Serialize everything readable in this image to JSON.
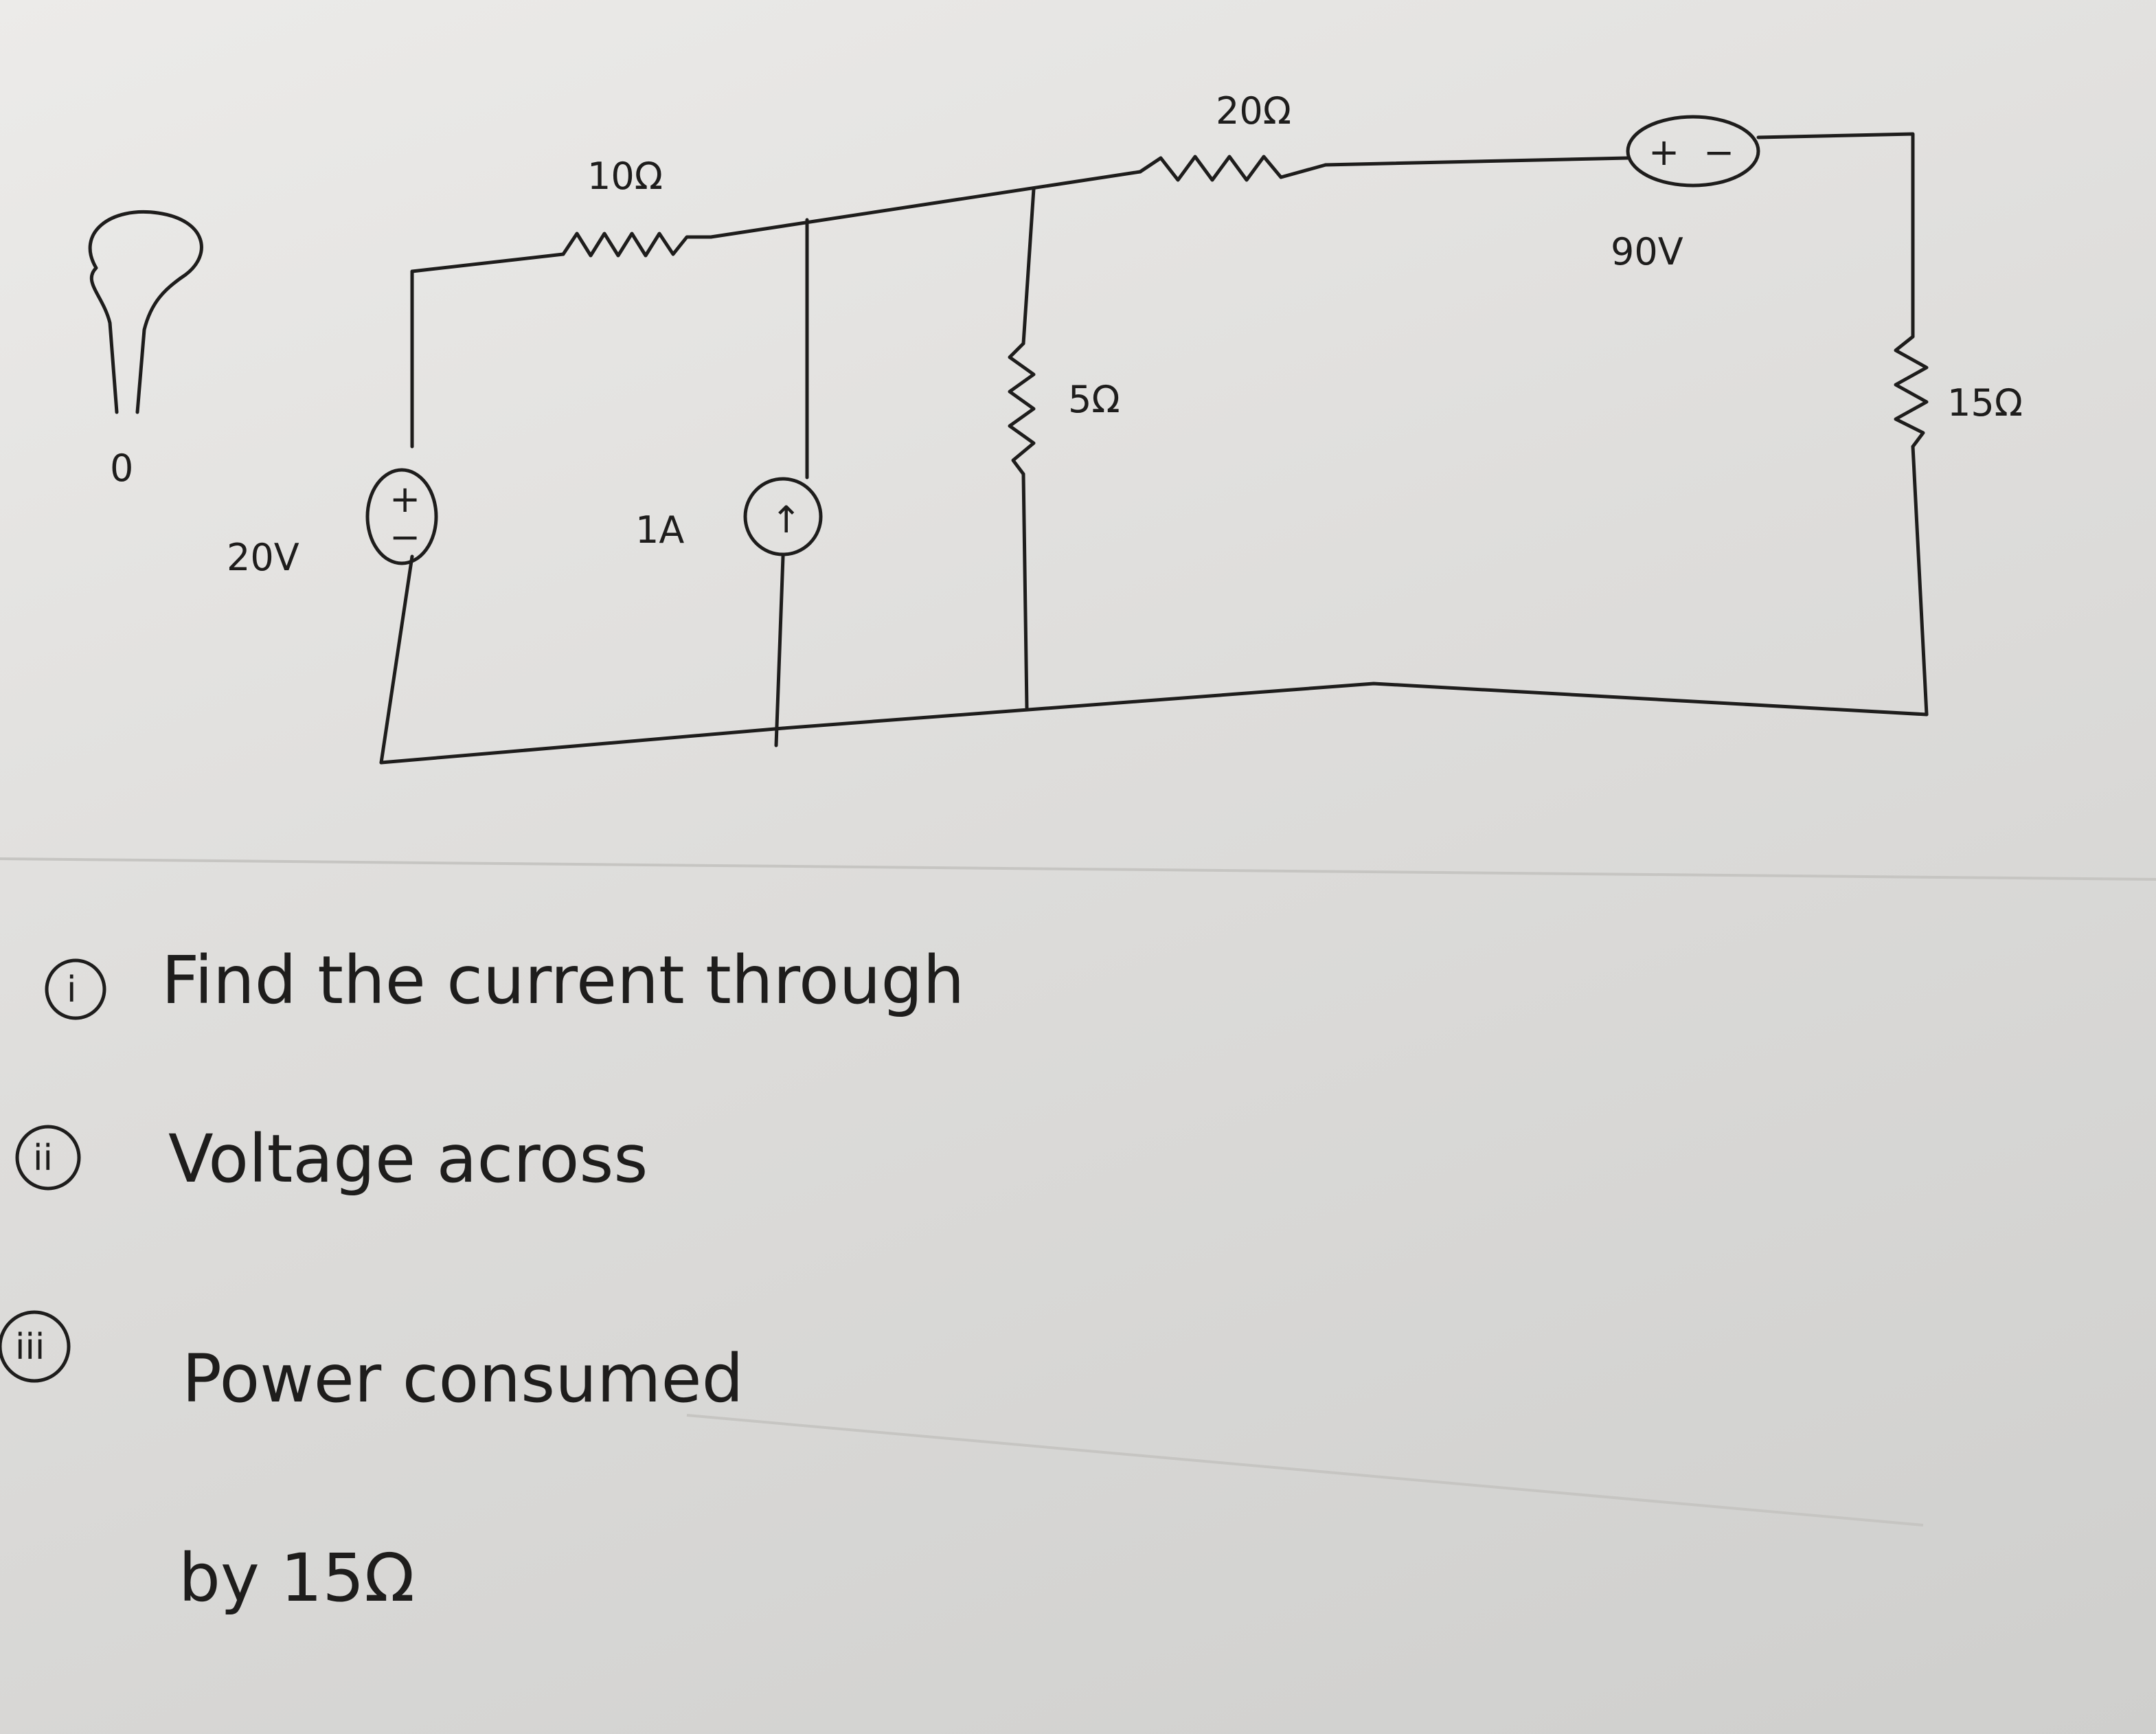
{
  "circuit": {
    "components": {
      "r1": {
        "label": "10Ω",
        "type": "resistor"
      },
      "r2": {
        "label": "20Ω",
        "type": "resistor"
      },
      "r3": {
        "label": "5Ω",
        "type": "resistor"
      },
      "r4": {
        "label": "15Ω",
        "type": "resistor"
      },
      "v1": {
        "label": "20V",
        "type": "voltage-source",
        "polarity_top": "+",
        "polarity_bottom": "−"
      },
      "v2": {
        "label": "90V",
        "type": "voltage-source",
        "polarity_left": "+",
        "polarity_right": "−"
      },
      "i1": {
        "label": "1A",
        "type": "current-source",
        "arrow": "↑"
      }
    }
  },
  "question": {
    "markers": [
      "i",
      "ii",
      "iii"
    ],
    "items": [
      "Find the current through",
      "Voltage across",
      "Power consumed"
    ],
    "tail": "by 15Ω"
  },
  "margin_scribble": {
    "text": "0"
  }
}
